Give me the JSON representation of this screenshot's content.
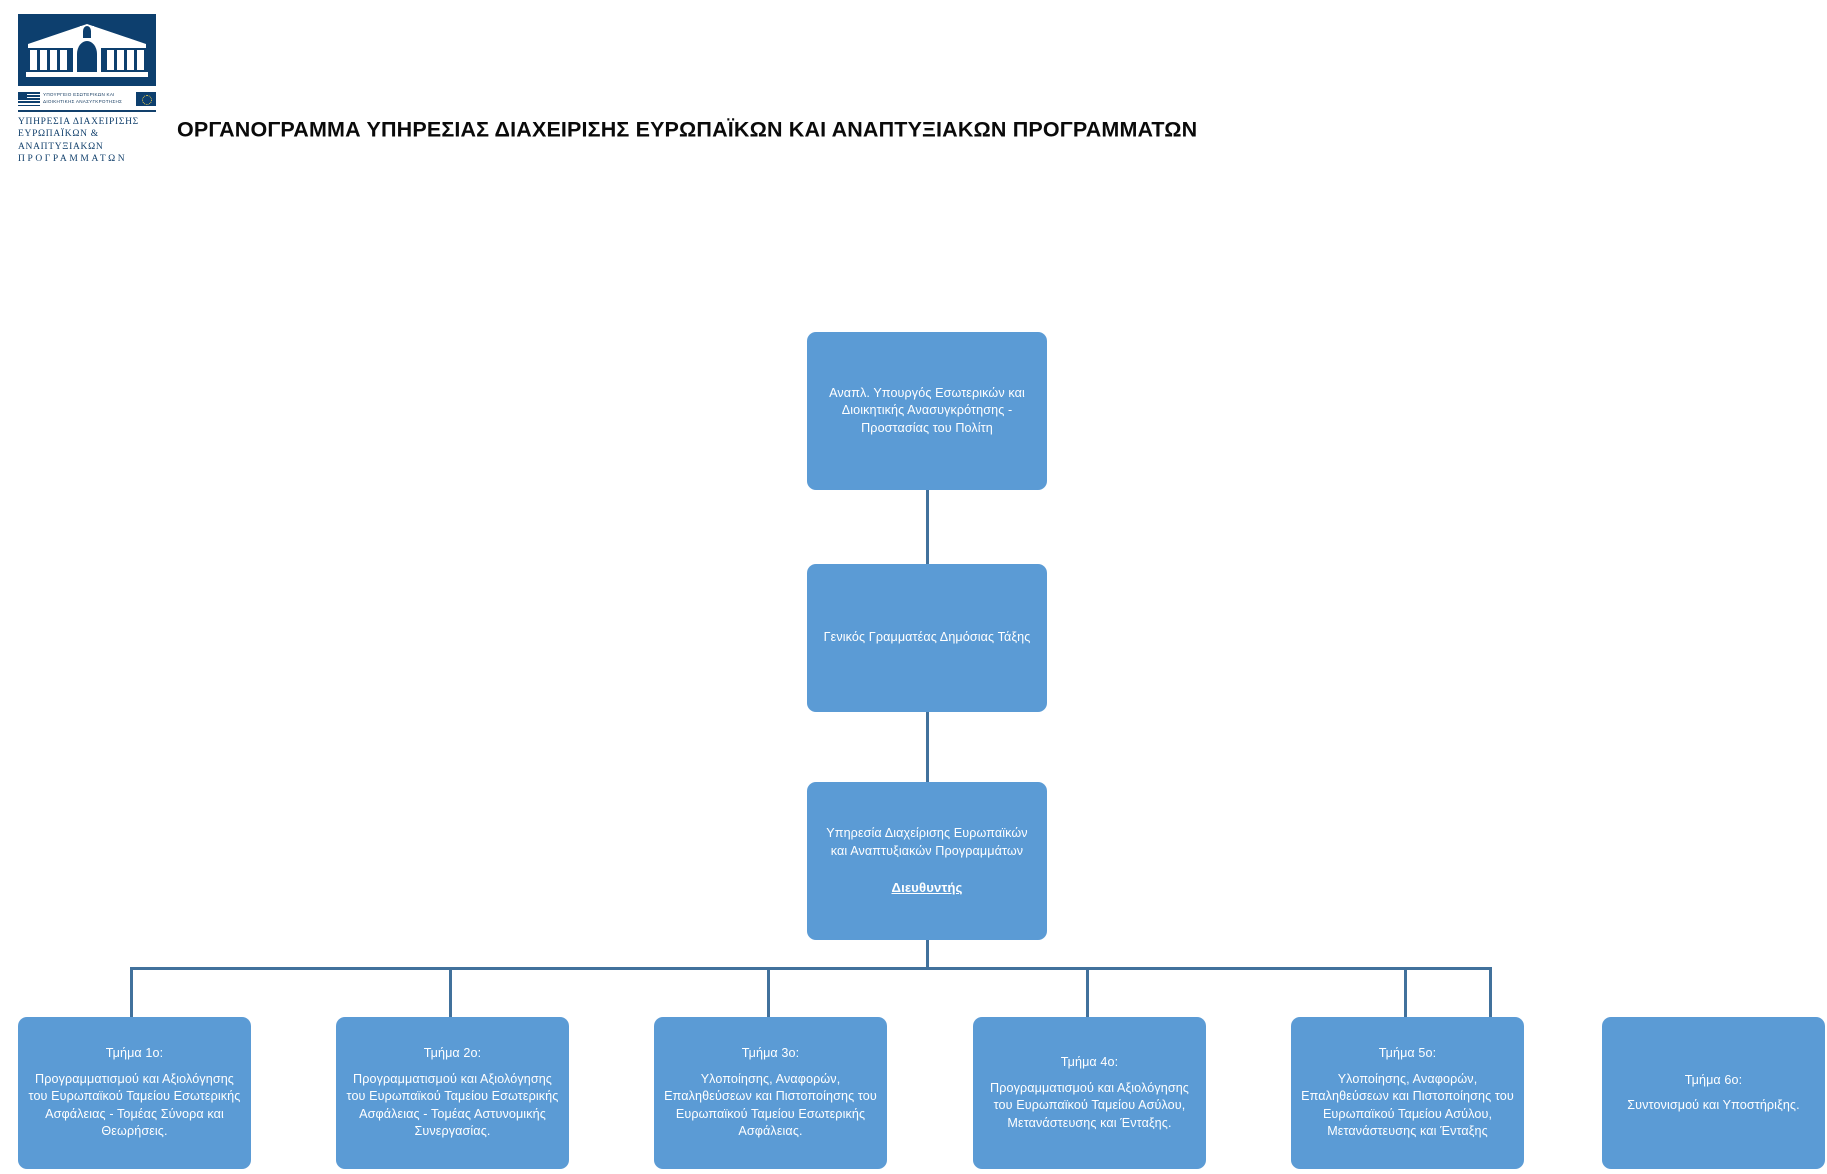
{
  "header": {
    "title": "ΟΡΓΑΝΟΓΡΑΜΜΑ ΥΠΗΡΕΣΙΑΣ ΔΙΑΧΕΙΡΙΣΗΣ ΕΥΡΩΠΑΪΚΩΝ ΚΑΙ ΑΝΑΠΤΥΞΙΑΚΩΝ ΠΡΟΓΡΑΜΜΑΤΩΝ",
    "logo": {
      "ministry_line1": "ΥΠΟΥΡΓΕΙΟ ΕΣΩΤΕΡΙΚΩΝ ΚΑΙ",
      "ministry_line2": "ΔΙΟΙΚΗΤΙΚΗΣ ΑΝΑΣΥΓΚΡΟΤΗΣΗΣ",
      "caption_line1": "ΥΠΗΡΕΣΙΑ ΔΙΑΧΕΙΡΙΣΗΣ",
      "caption_line2": "ΕΥΡΩΠΑΪΚΩΝ & ΑΝΑΠΤΥΞΙΑΚΩΝ",
      "caption_line3": "ΠΡΟΓΡΑΜΜΑΤΩΝ"
    }
  },
  "colors": {
    "node_fill": "#5b9bd5",
    "connector": "#41719c",
    "node_text": "#ffffff",
    "title_text": "#0a0a0a",
    "logo_navy": "#0d3f6e"
  },
  "chart_data": {
    "type": "diagram",
    "title": "ΟΡΓΑΝΟΓΡΑΜΜΑ ΥΠΗΡΕΣΙΑΣ ΔΙΑΧΕΙΡΙΣΗΣ ΕΥΡΩΠΑΪΚΩΝ ΚΑΙ ΑΝΑΠΤΥΞΙΑΚΩΝ ΠΡΟΓΡΑΜΜΑΤΩΝ",
    "orientation": "top-down",
    "levels": 4,
    "nodes": [
      {
        "id": "n1",
        "level": 1,
        "label": "Αναπλ. Υπουργός Εσωτερικών και Διοικητικής Ανασυγκρότησης - Προστασίας του Πολίτη",
        "parent": null
      },
      {
        "id": "n2",
        "level": 2,
        "label": "Γενικός Γραμματέας Δημόσιας Τάξης",
        "parent": "n1"
      },
      {
        "id": "n3",
        "level": 3,
        "label": "Υπηρεσία Διαχείρισης Ευρωπαϊκών και Αναπτυξιακών Προγραμμάτων",
        "role": "Διευθυντής",
        "parent": "n2"
      },
      {
        "id": "d1",
        "level": 4,
        "label": "Τμήμα 1ο:",
        "body": "Προγραμματισμού και Αξιολόγησης του Ευρωπαϊκού Ταμείου Εσωτερικής Ασφάλειας - Τομέας Σύνορα και Θεωρήσεις.",
        "parent": "n3"
      },
      {
        "id": "d2",
        "level": 4,
        "label": "Τμήμα 2ο:",
        "body": "Προγραμματισμού και Αξιολόγησης του Ευρωπαϊκού Ταμείου Εσωτερικής Ασφάλειας - Τομέας Αστυνομικής Συνεργασίας.",
        "parent": "n3"
      },
      {
        "id": "d3",
        "level": 4,
        "label": "Τμήμα 3ο:",
        "body": "Υλοποίησης, Αναφορών, Επαληθεύσεων και Πιστοποίησης του Ευρωπαϊκού Ταμείου Εσωτερικής Ασφάλειας.",
        "parent": "n3"
      },
      {
        "id": "d4",
        "level": 4,
        "label": "Τμήμα 4ο:",
        "body": "Προγραμματισμού και Αξιολόγησης του Ευρωπαϊκού Ταμείου Ασύλου, Μετανάστευσης και Ένταξης.",
        "parent": "n3"
      },
      {
        "id": "d5",
        "level": 4,
        "label": "Τμήμα 5ο:",
        "body": "Υλοποίησης, Αναφορών, Επαληθεύσεων και Πιστοποίησης του Ευρωπαϊκού Ταμείου Ασύλου, Μετανάστευσης και Ένταξης",
        "parent": "n3"
      },
      {
        "id": "d6",
        "level": 4,
        "label": "Τμήμα 6ο:",
        "body": "Συντονισμού και Υποστήριξης.",
        "parent": "n3"
      }
    ]
  },
  "nodes": {
    "minister": "Αναπλ. Υπουργός Εσωτερικών και Διοικητικής Ανασυγκρότησης - Προστασίας του Πολίτη",
    "secretary": "Γενικός Γραμματέας Δημόσιας Τάξης",
    "service": "Υπηρεσία Διαχείρισης Ευρωπαϊκών και Αναπτυξιακών Προγραμμάτων",
    "service_role": "Διευθυντής"
  },
  "departments": [
    {
      "heading": "Τμήμα 1ο:",
      "body": "Προγραμματισμού και Αξιολόγησης του Ευρωπαϊκού Ταμείου Εσωτερικής Ασφάλειας - Τομέας Σύνορα και Θεωρήσεις."
    },
    {
      "heading": "Τμήμα 2ο:",
      "body": "Προγραμματισμού και Αξιολόγησης του Ευρωπαϊκού Ταμείου Εσωτερικής Ασφάλειας - Τομέας Αστυνομικής Συνεργασίας."
    },
    {
      "heading": "Τμήμα 3ο:",
      "body": "Υλοποίησης, Αναφορών, Επαληθεύσεων και Πιστοποίησης του Ευρωπαϊκού Ταμείου Εσωτερικής Ασφάλειας."
    },
    {
      "heading": "Τμήμα 4ο:",
      "body": "Προγραμματισμού και Αξιολόγησης του Ευρωπαϊκού Ταμείου Ασύλου, Μετανάστευσης και Ένταξης."
    },
    {
      "heading": "Τμήμα 5ο:",
      "body": "Υλοποίησης, Αναφορών, Επαληθεύσεων και Πιστοποίησης του Ευρωπαϊκού Ταμείου Ασύλου, Μετανάστευσης και Ένταξης"
    },
    {
      "heading": "Τμήμα 6ο:",
      "body": "Συντονισμού και Υποστήριξης."
    }
  ]
}
